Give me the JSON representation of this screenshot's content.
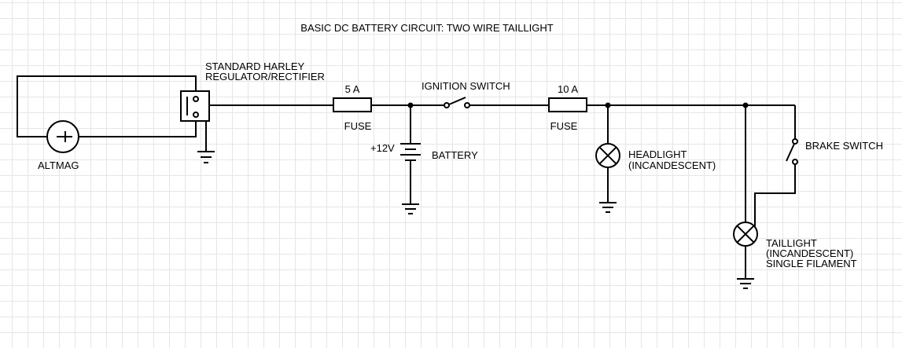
{
  "title": "BASIC DC BATTERY CIRCUIT: TWO WIRE TAILLIGHT",
  "components": {
    "altmag": {
      "label": "ALTMAG"
    },
    "regulator": {
      "label_line1": "STANDARD HARLEY",
      "label_line2": "REGULATOR/RECTIFIER"
    },
    "fuse_5a": {
      "rating": "5 A",
      "label": "FUSE"
    },
    "battery": {
      "voltage": "+12V",
      "label": "BATTERY"
    },
    "ignition_switch": {
      "label": "IGNITION SWITCH"
    },
    "fuse_10a": {
      "rating": "10 A",
      "label": "FUSE"
    },
    "headlight": {
      "label_line1": "HEADLIGHT",
      "label_line2": "(INCANDESCENT)"
    },
    "brake_switch": {
      "label": "BRAKE SWITCH"
    },
    "taillight": {
      "label_line1": "TAILLIGHT",
      "label_line2": "(INCANDESCENT)",
      "label_line3": "SINGLE FILAMENT"
    }
  }
}
